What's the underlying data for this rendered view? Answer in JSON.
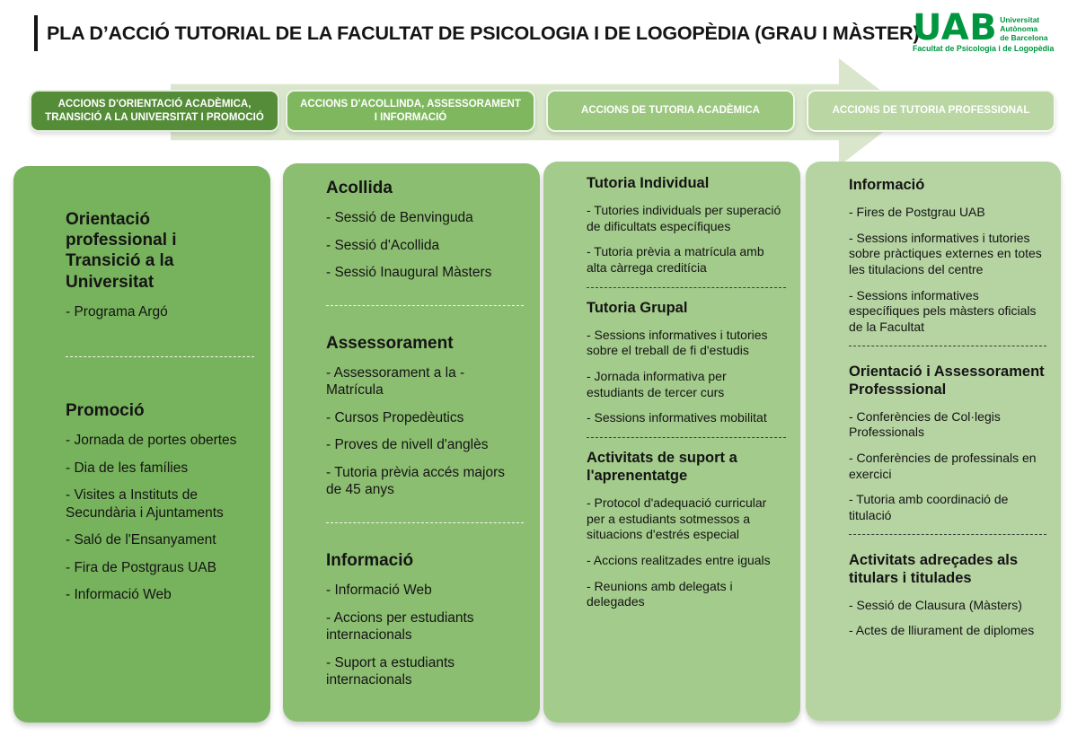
{
  "title": {
    "text": "PLA D’ACCIÓ TUTORIAL DE LA FACULTAT DE PSICOLOGIA I DE LOGOPÈDIA (GRAU I MÀSTER)"
  },
  "logo": {
    "acronym": "UAB",
    "university_lines": [
      "Universitat",
      "Autònoma",
      "de Barcelona"
    ],
    "faculty": "Facultat de Psicologia i de Logopèdia",
    "green": "#009640"
  },
  "banner": {
    "arrow_color": "#d9e6cb",
    "steps": [
      {
        "label": "ACCIONS D'ORIENTACIÓ ACADÈMICA, TRANSICIÓ A LA UNIVERSITAT I PROMOCIÓ",
        "bg": "#558c38"
      },
      {
        "label": "ACCIONS D'ACOLLINDA, ASSESSORAMENT I INFORMACIÓ",
        "bg": "#7fb75e"
      },
      {
        "label": "ACCIONS DE TUTORIA ACADÈMICA",
        "bg": "#9cc77e"
      },
      {
        "label": "ACCIONS DE TUTORIA PROFESSIONAL",
        "bg": "#b9d6a3"
      }
    ]
  },
  "columns": [
    {
      "bg": "#77b35c",
      "separator_color": "rgba(255,255,255,0.9)",
      "sections": [
        {
          "heading": "Orientació professional i Transició a la Universitat",
          "items": [
            "- Programa Argó"
          ],
          "separator_after": true
        },
        {
          "heading": "Promoció",
          "items": [
            "- Jornada de portes obertes",
            "- Dia de les famílies",
            "- Visites a Instituts de Secundària i Ajuntaments",
            "- Saló de l'Ensanyament",
            "- Fira de Postgraus UAB",
            "- Informació Web"
          ],
          "separator_after": false
        }
      ]
    },
    {
      "bg": "#8cbe71",
      "separator_color": "rgba(255,255,255,0.9)",
      "sections": [
        {
          "heading": "Acollida",
          "items": [
            "- Sessió de Benvinguda",
            "- Sessió d'Acollida",
            "- Sessió Inaugural Màsters"
          ],
          "separator_after": true
        },
        {
          "heading": "Assessorament",
          "items": [
            "- Assessorament a la - Matrícula",
            "- Cursos Propedèutics",
            "- Proves de nivell d'anglès",
            "- Tutoria prèvia accés majors de 45 anys"
          ],
          "separator_after": true
        },
        {
          "heading": "Informació",
          "items": [
            "- Informació Web",
            "- Accions per estudiants internacionals",
            "- Suport a estudiants internacionals"
          ],
          "separator_after": false
        }
      ]
    },
    {
      "bg": "#a3cb8b",
      "separator_color": "#3c3c3c",
      "sections": [
        {
          "heading": "Tutoria Individual",
          "items": [
            "- Tutories individuals per superació de dificultats específiques",
            "- Tutoria prèvia a matrícula amb alta càrrega creditícia"
          ],
          "separator_after": true
        },
        {
          "heading": "Tutoria Grupal",
          "items": [
            "- Sessions informatives i tutories sobre el treball de fi d'estudis",
            "- Jornada informativa per estudiants de tercer curs",
            "- Sessions informatives mobilitat"
          ],
          "separator_after": true
        },
        {
          "heading": "Activitats de suport a l'aprenentatge",
          "items": [
            "- Protocol d'adequació curricular per a estudiants sotmessos a situacions d'estrés especial",
            "- Accions realitzades entre iguals",
            "- Reunions amb delegats i delegades"
          ],
          "separator_after": false
        }
      ]
    },
    {
      "bg": "#b6d3a2",
      "separator_color": "#3c3c3c",
      "sections": [
        {
          "heading": "Informació",
          "items": [
            "- Fires de Postgrau UAB",
            "- Sessions informatives i tutories sobre pràctiques externes en totes les titulacions del centre",
            "- Sessions informatives específiques pels màsters oficials de la Facultat"
          ],
          "separator_after": true
        },
        {
          "heading": "Orientació i Assessorament Professsional",
          "items": [
            "- Conferències de Col·legis Professionals",
            "- Conferències de professinals en exercici",
            "- Tutoria amb coordinació de titulació"
          ],
          "separator_after": true
        },
        {
          "heading": "Activitats adreçades als titulars i titulades",
          "items": [
            "- Sessió de Clausura (Màsters)",
            "- Actes de lliurament de diplomes"
          ],
          "separator_after": false
        }
      ]
    }
  ]
}
